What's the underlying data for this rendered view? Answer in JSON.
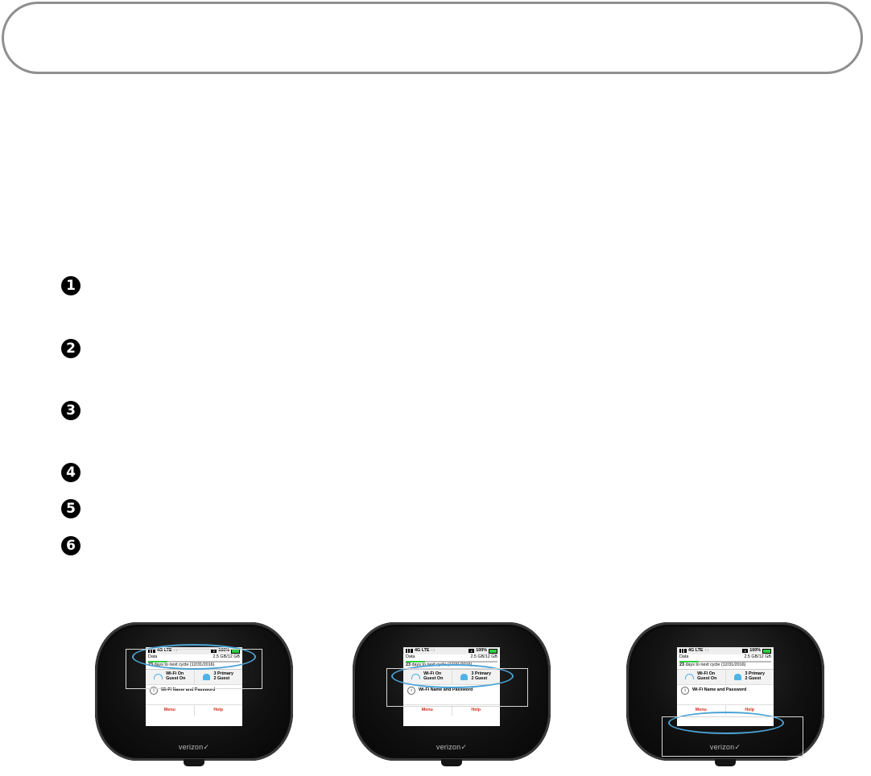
{
  "steps": [
    "1",
    "2",
    "3",
    "4",
    "5",
    "6"
  ],
  "screen": {
    "signal": "4G LTE",
    "messages": "2",
    "battery": "100%",
    "data_label": "Data",
    "data_amount": "2.5 GB/12 GB",
    "data_fraction_used": 0.21,
    "cycle_days": "23",
    "cycle_text": "days to next cycle (12/31/2016)",
    "wifi_line1": "Wi-Fi On",
    "wifi_line2": "Guest On",
    "users_line1": "3 Primary",
    "users_line2": "2 Guest",
    "name_pw": "Wi-Fi Name and Password",
    "menu": "Menu",
    "help": "Help"
  },
  "brand": "verizon",
  "highlight_color": "#4ba3d6",
  "accent_color": "#d52b1e"
}
